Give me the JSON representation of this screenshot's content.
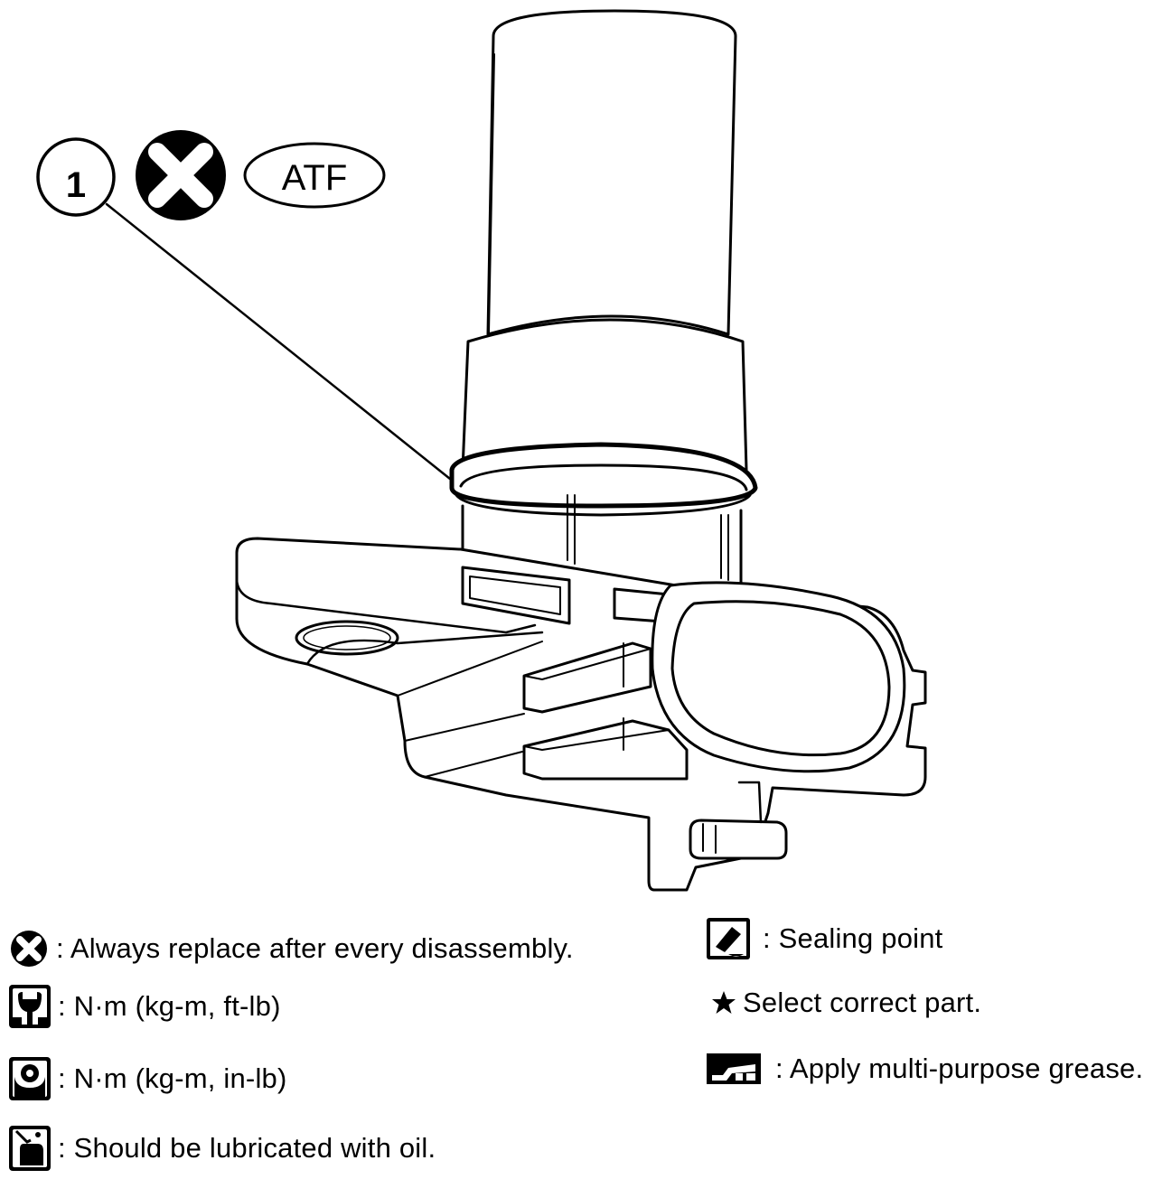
{
  "callouts": {
    "number": "1",
    "fluid": "ATF"
  },
  "legend": {
    "replace": ": Always replace after every disassembly.",
    "torque_ftlb": ": N·m (kg-m, ft-lb)",
    "torque_inlb": ": N·m (kg-m, in-lb)",
    "lubricate": ": Should be lubricated with oil.",
    "sealing": ": Sealing point",
    "select": "Select correct part.",
    "grease": ": Apply multi-purpose grease."
  },
  "icons": {
    "replace": "replace-mark-icon",
    "torque_ftlb": "wrench-ftlb-icon",
    "torque_inlb": "wrench-inlb-icon",
    "lubricate": "oil-can-icon",
    "sealing": "sealant-tube-icon",
    "select": "star-icon",
    "grease": "grease-gun-icon"
  }
}
